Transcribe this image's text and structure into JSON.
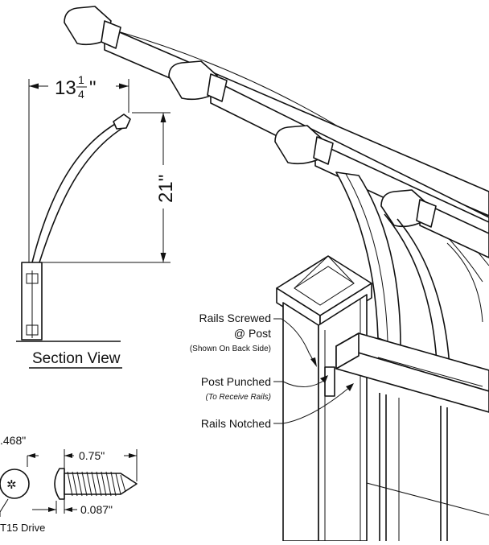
{
  "section": {
    "title": "Section View",
    "width_whole": "13",
    "width_num": "1",
    "width_den": "4",
    "width_unit": "\"",
    "height": "21\""
  },
  "callouts": {
    "screwed_line1": "Rails Screwed",
    "screwed_line2": "@ Post",
    "screwed_note": "(Shown On Back Side)",
    "punched_line1": "Post Punched",
    "punched_note": "(To Receive Rails)",
    "notched": "Rails Notched"
  },
  "screw": {
    "head_dia": ".468\"",
    "length": "0.75\"",
    "shank": "0.087\"",
    "drive": "T15 Drive"
  }
}
